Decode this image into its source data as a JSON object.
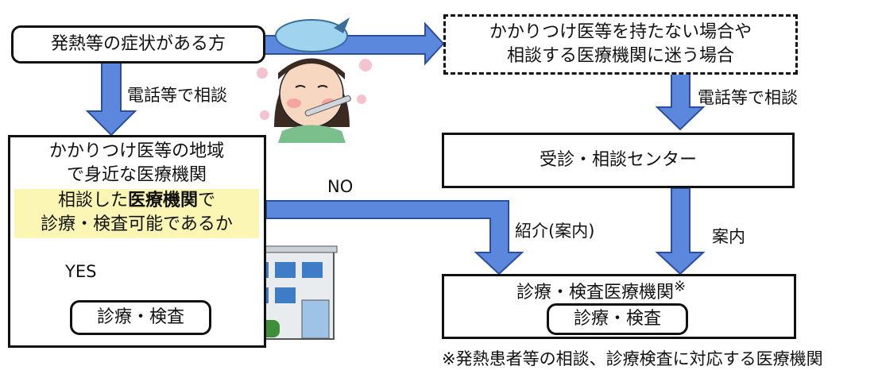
{
  "nodes": {
    "symptom": "発熱等の症状がある方",
    "no_doctor": [
      "かかりつけ医等を持たない場合や",
      "相談する医療機関に迷う場合"
    ],
    "local_clinic": [
      "かかりつけ医等の地域",
      "で身近な医療機関"
    ],
    "question_prefix": "相談した",
    "question_bold": "医療機関",
    "question_suffix": "で",
    "question_line2": "診療・検査可能であるか",
    "exam_local": "診療・検査",
    "center": "受診・相談センター",
    "exam_institution": "診療・検査医療機関",
    "exam_institution_mark": "※",
    "exam_inner": "診療・検査"
  },
  "edges": {
    "phone_left": "電話等で相談",
    "phone_right": "電話等で相談",
    "no": "NO",
    "yes": "YES",
    "referral": "紹介(案内)",
    "guide": "案内"
  },
  "footnote": "※発熱患者等の相談、診療検査に対応する医療機関",
  "colors": {
    "arrow_fill": "#5b87dd",
    "arrow_stroke": "#2b4f9e",
    "highlight": "#fbf6b4"
  }
}
